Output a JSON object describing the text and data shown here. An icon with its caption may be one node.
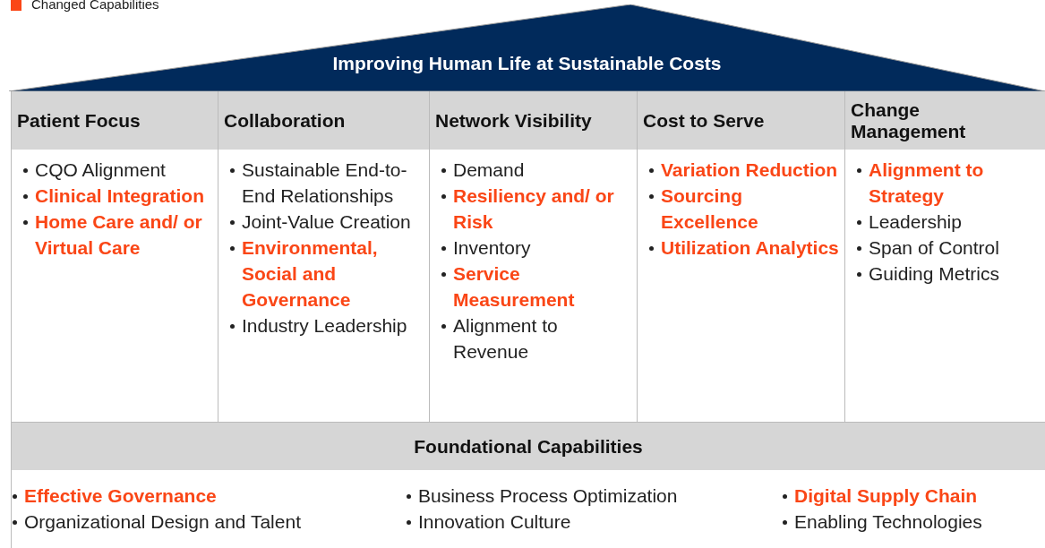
{
  "diagram": {
    "nodes": [
      {
        "text": [
          "Improving Human Life at Sustainable Costs"
        ]
      },
      {
        "text": [
          "Patient Focus",
          "CQO Alignment",
          "**Clinical Integration**",
          "**Home Care and/ or Virtual Care**"
        ]
      },
      {
        "text": [
          "Collaboration",
          "Sustainable End-to-End Relationships",
          "Joint-Value Creation",
          "**Environmental, Social and Governance**",
          "Industry Leadership"
        ]
      },
      {
        "text": [
          "Network Visibility",
          "Demand",
          "**Resiliency and/ or Risk**",
          "Inventory",
          "**Service Measurement**",
          "Alignment to Revenue"
        ]
      },
      {
        "text": [
          "Cost to Serve",
          "**Variation Reduction**",
          "**Sourcing Excellence**",
          "**Utilization Analytics**"
        ]
      },
      {
        "text": [
          "Change Management",
          "**Alignment to Strategy**",
          "Leadership",
          "Span of Control",
          "Guiding Metrics"
        ]
      },
      {
        "text": [
          "Foundational Capabilities",
          "**Effective Governance**",
          "Organizational Design and Talent",
          "Business Process Optimization",
          "Innovation Culture",
          "**Digital Supply Chain**",
          "Enabling Technologies"
        ]
      }
    ],
    "legend": [
      {
        "text": "Changed Capabilities",
        "color": "#fa4616"
      }
    ]
  }
}
